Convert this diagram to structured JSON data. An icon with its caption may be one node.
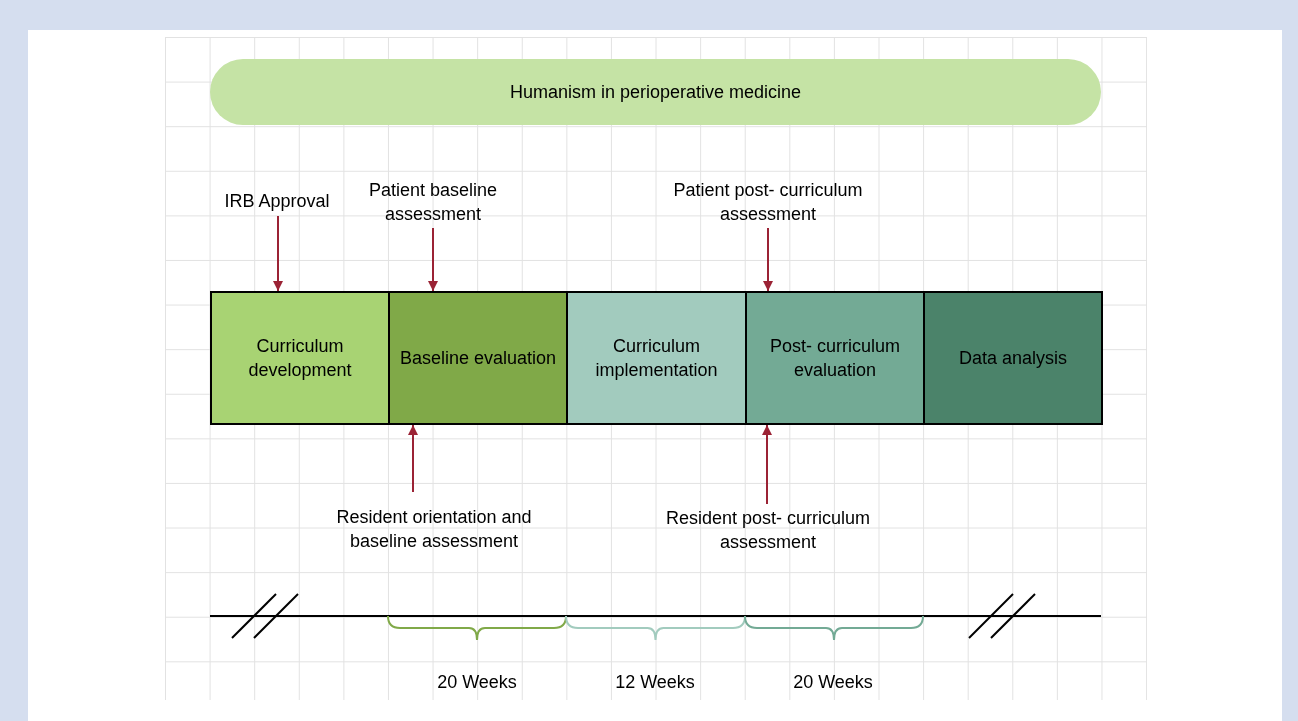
{
  "diagram": {
    "nodes": [
      {
        "text": [
          "Humanism in perioperative medicine"
        ]
      },
      {
        "text": [
          "Curriculum development"
        ]
      },
      {
        "text": [
          "Baseline evaluation"
        ]
      },
      {
        "text": [
          "Curriculum implementation"
        ]
      },
      {
        "text": [
          "Post- curriculum evaluation"
        ]
      },
      {
        "text": [
          "Data analysis"
        ]
      },
      {
        "text": [
          "IRB Approval"
        ]
      },
      {
        "text": [
          "Patient baseline assessment"
        ]
      },
      {
        "text": [
          "Patient post- curriculum assessment"
        ]
      },
      {
        "text": [
          "Resident orientation and baseline assessment"
        ]
      },
      {
        "text": [
          "Resident post- curriculum assessment"
        ]
      }
    ],
    "edges": [
      {
        "from": 6,
        "to": 1,
        "arrow": "to"
      },
      {
        "from": 7,
        "to": 2,
        "arrow": "to"
      },
      {
        "from": 8,
        "to": 4,
        "arrow": "to"
      },
      {
        "from": 9,
        "to": 2,
        "arrow": "to"
      },
      {
        "from": 10,
        "to": 4,
        "arrow": "to"
      }
    ],
    "labels": [
      "20 Weeks",
      "12 Weeks",
      "20 Weeks"
    ]
  }
}
